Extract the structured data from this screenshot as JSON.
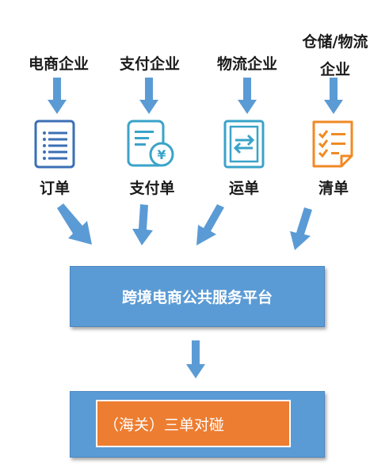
{
  "sources": [
    {
      "label": "电商企业"
    },
    {
      "label": "支付企业"
    },
    {
      "label": "物流企业"
    },
    {
      "label_line1": "仓储/物流",
      "label_line2": "企业"
    }
  ],
  "documents": [
    {
      "label": "订单",
      "icon": "order-document-icon"
    },
    {
      "label": "支付单",
      "icon": "payment-document-icon"
    },
    {
      "label": "运单",
      "icon": "waybill-document-icon"
    },
    {
      "label": "清单",
      "icon": "checklist-document-icon"
    }
  ],
  "platform": {
    "label": "跨境电商公共服务平台"
  },
  "customs": {
    "label": "（海关）三单对碰"
  },
  "colors": {
    "arrow": "#5b9bd5",
    "platform": "#5b9bd5",
    "customs": "#ed7d31",
    "icon_order": "#3b6fb6",
    "icon_payment": "#3aa3c9",
    "icon_waybill": "#3aa3c9",
    "icon_checklist": "#f08a24"
  }
}
